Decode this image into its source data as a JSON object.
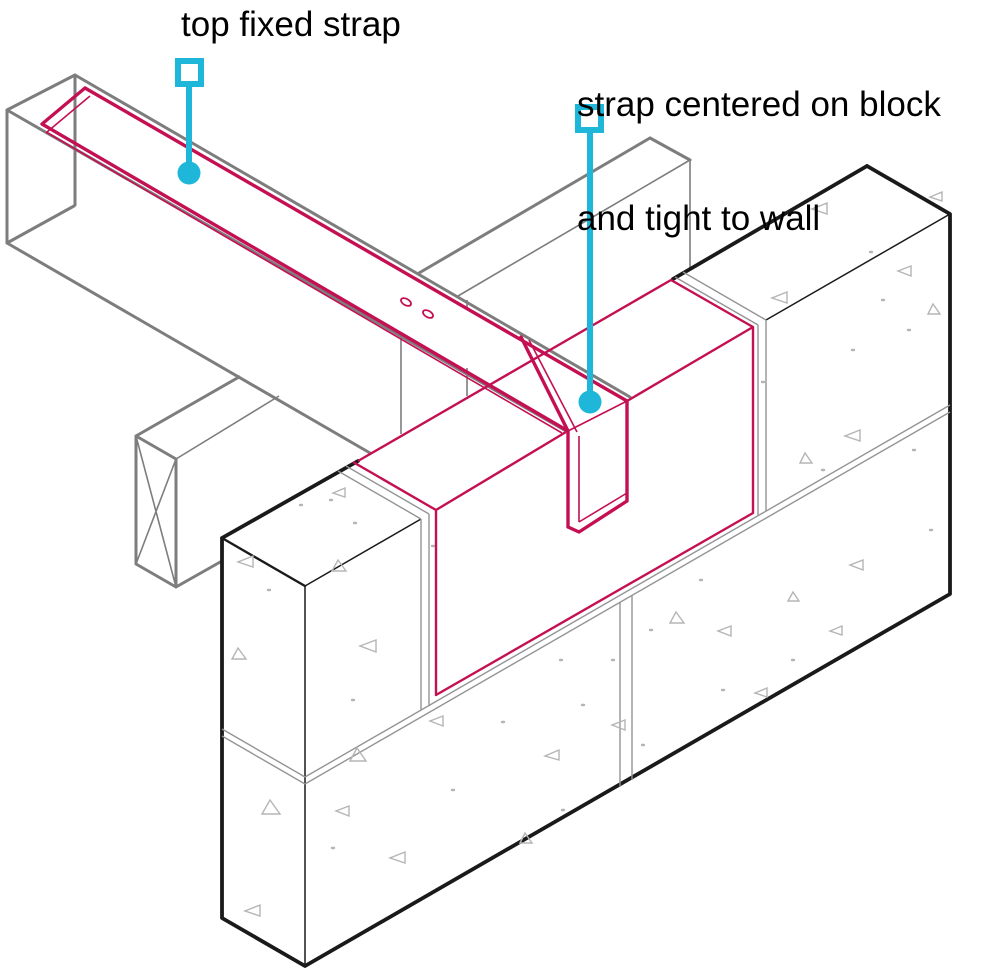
{
  "annotations": {
    "top_strap_label": "top fixed strap",
    "block_strap_label_line1": "strap centered on block",
    "block_strap_label_line2": "and tight to wall"
  },
  "colors": {
    "background": "#FFFFFF",
    "text": "#000000",
    "strap": "#C41052",
    "leader": "#1FB7D9",
    "beam": "#7D7D7D",
    "wall_outline": "#1A1A1A",
    "joint": "#949494",
    "texture": "#B5B5B5"
  },
  "icons": [
    {
      "name": "leader-square-marker",
      "meaning": "annotation anchor square"
    },
    {
      "name": "leader-dot-marker",
      "meaning": "annotation target dot"
    }
  ]
}
